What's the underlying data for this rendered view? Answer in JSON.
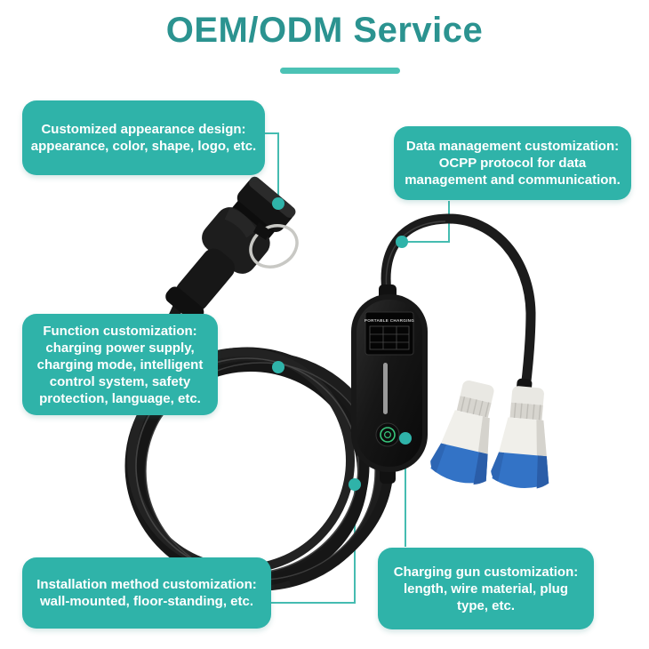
{
  "header": {
    "title": "OEM/ODM Service"
  },
  "callouts": {
    "appearance": {
      "lines": [
        "Customized appearance design:",
        "appearance, color, shape, logo, etc."
      ]
    },
    "data_management": {
      "lines": [
        "Data management customization:",
        "OCPP protocol for data",
        "management and communication."
      ]
    },
    "function": {
      "lines": [
        "Function customization:",
        "charging power supply,",
        "charging mode, intelligent",
        "control system, safety",
        "protection, language, etc."
      ]
    },
    "installation": {
      "lines": [
        "Installation method customization:",
        "wall-mounted, floor-standing, etc."
      ]
    },
    "charging_gun": {
      "lines": [
        "Charging gun customization:",
        "length, wire material, plug",
        "type, etc."
      ]
    }
  },
  "device": {
    "screen_title": "PORTABLE CHARGING"
  },
  "colors": {
    "accent_teal": "#2fb3a9",
    "title_teal": "#2b9390",
    "underline_teal": "#4cc2b5",
    "connector_teal": "#45bcb1",
    "cable_black": "#1b1b1b",
    "plug_blue": "#3373c6",
    "button_green": "#38c77c",
    "background": "#ffffff"
  }
}
